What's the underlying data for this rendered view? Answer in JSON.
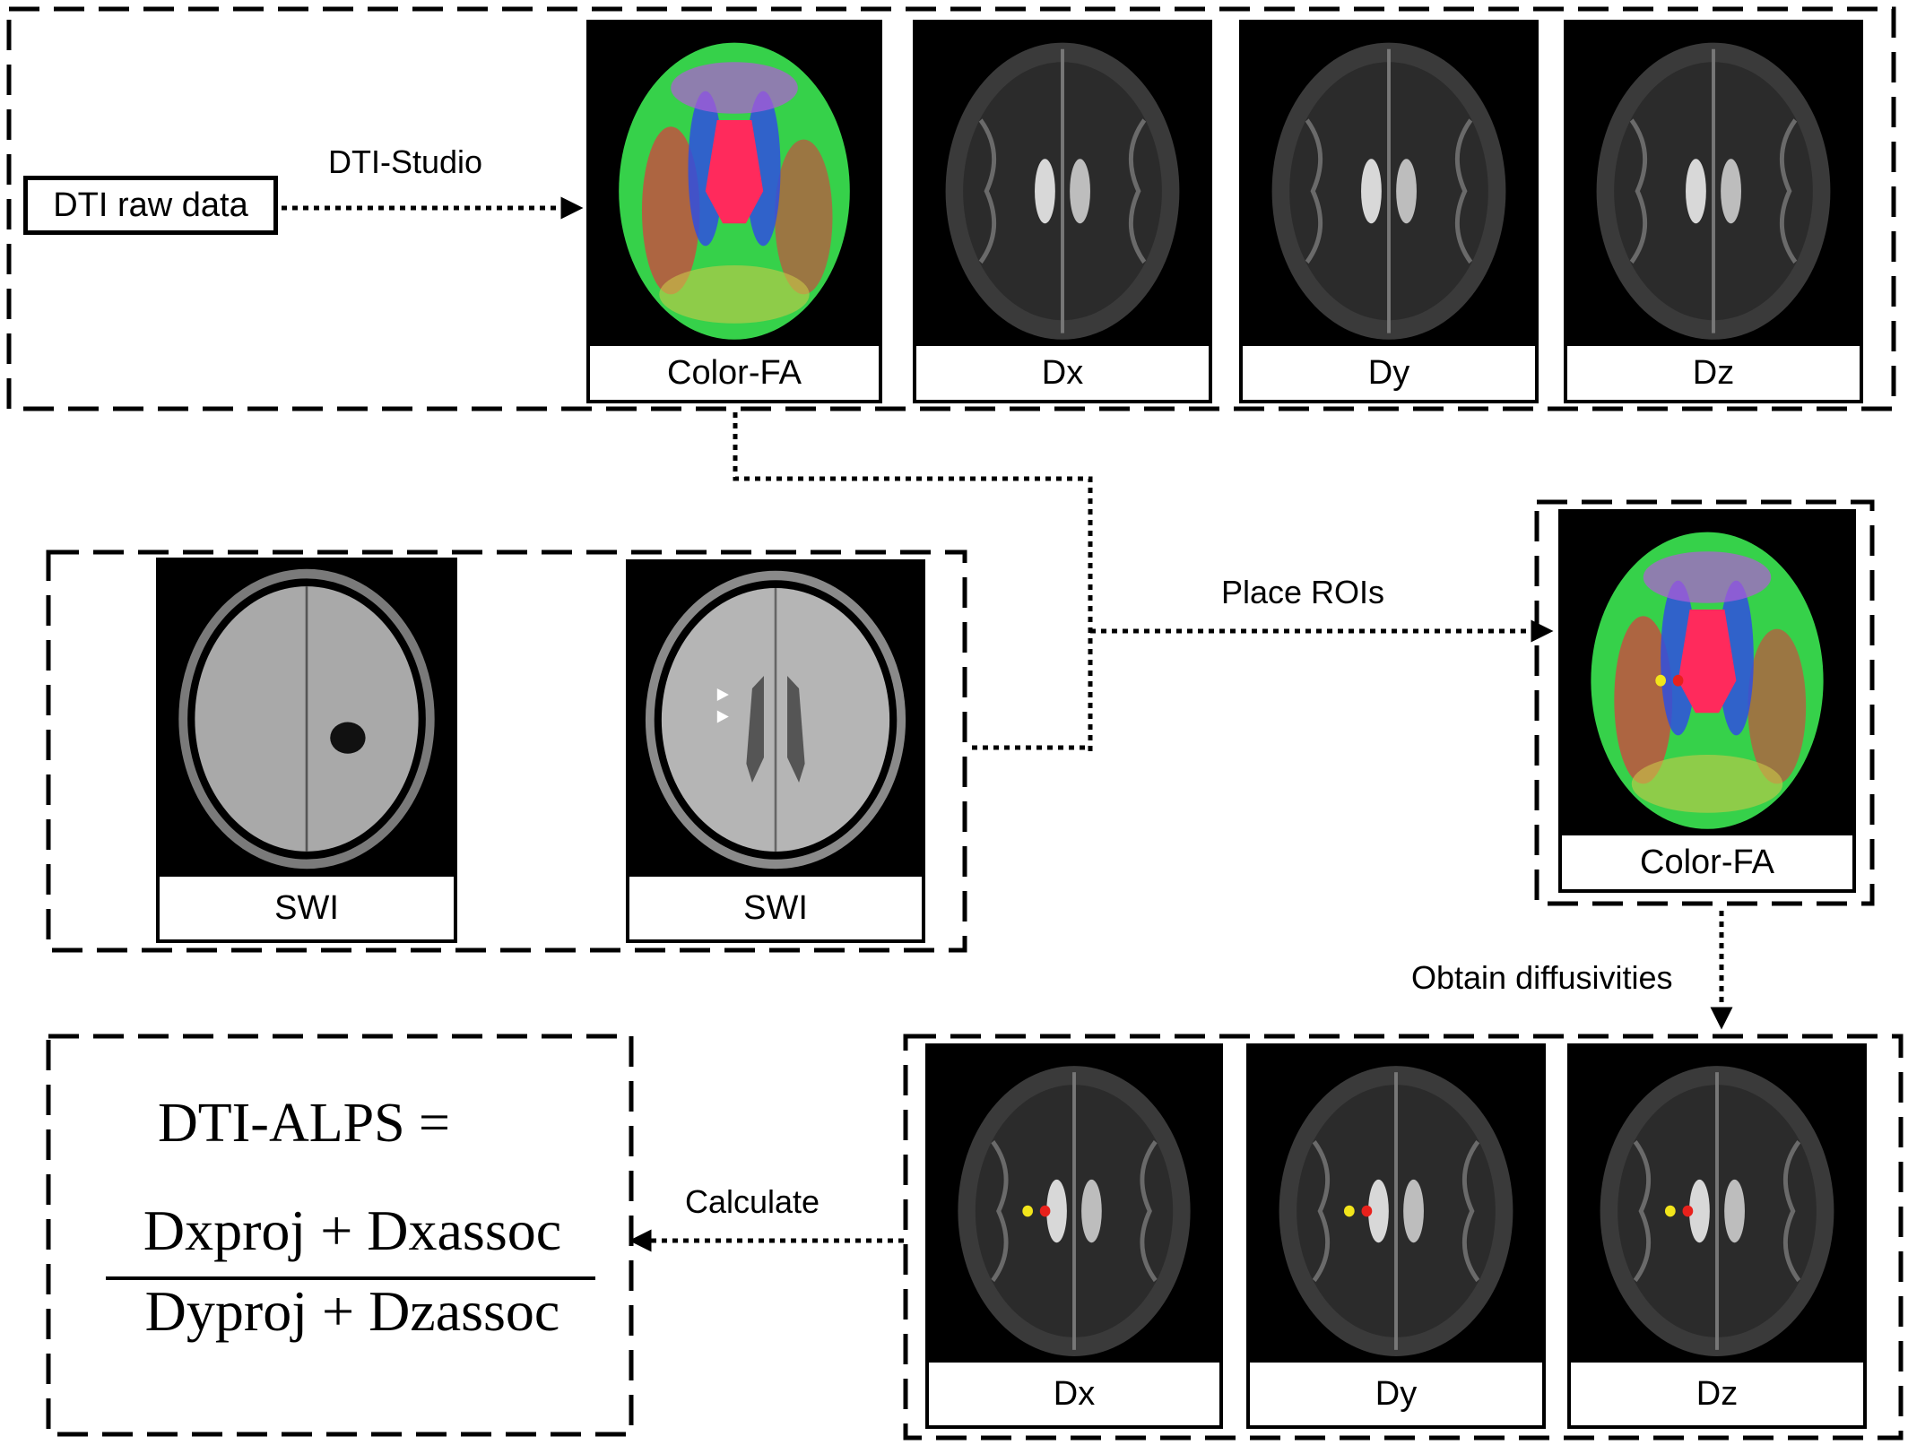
{
  "raw_data_label": "DTI raw data",
  "arrows": {
    "dti_studio": "DTI-Studio",
    "place_rois": "Place ROIs",
    "obtain": "Obtain diffusivities",
    "calculate": "Calculate"
  },
  "top_panels": [
    {
      "caption": "Color-FA",
      "kind": "color"
    },
    {
      "caption": "Dx",
      "kind": "gray"
    },
    {
      "caption": "Dy",
      "kind": "gray"
    },
    {
      "caption": "Dz",
      "kind": "gray"
    }
  ],
  "swi_panels": [
    {
      "caption": "SWI",
      "kind": "swi1"
    },
    {
      "caption": "SWI",
      "kind": "swi2"
    }
  ],
  "roi_panel": {
    "caption": "Color-FA",
    "kind": "color"
  },
  "bottom_panels": [
    {
      "caption": "Dx",
      "kind": "gray"
    },
    {
      "caption": "Dy",
      "kind": "gray"
    },
    {
      "caption": "Dz",
      "kind": "gray"
    }
  ],
  "formula": {
    "lhs": "DTI-ALPS =",
    "numerator": "Dxproj + Dxassoc",
    "denominator": "Dyproj + Dzassoc"
  },
  "roi_colors": {
    "projection": "#e8211c",
    "association": "#f2e51b"
  }
}
